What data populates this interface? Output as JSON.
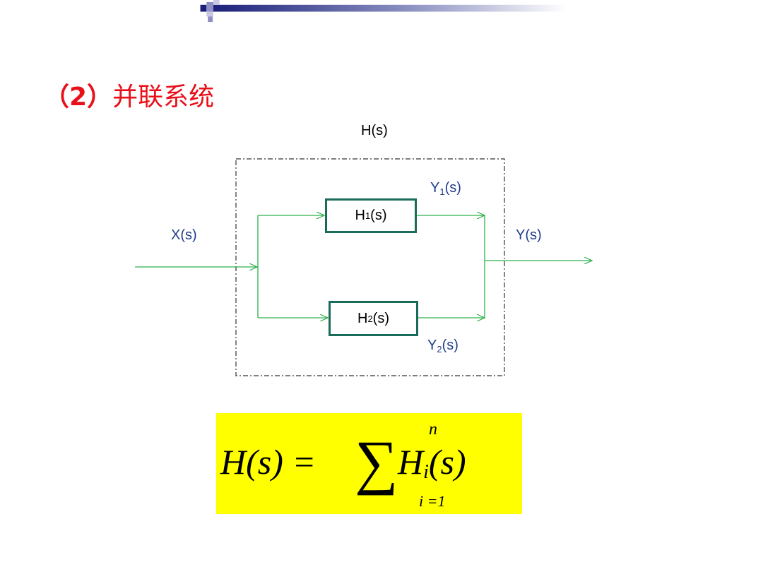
{
  "slide": {
    "title_num": "（2）",
    "title_text": "并联系统"
  },
  "diagram": {
    "outer_label": "H(s)",
    "input_label": "X(s)",
    "output_label": "Y(s)",
    "block1": {
      "main": "H",
      "sub": "1",
      "tail": "(s)"
    },
    "block2": {
      "main": "H",
      "sub": "2",
      "tail": "(s)"
    },
    "y1": {
      "main": "Y",
      "sub": "1",
      "tail": "(s)"
    },
    "y2": {
      "main": "Y",
      "sub": "2",
      "tail": "(s)"
    }
  },
  "formula": {
    "lhs": "H(s) =",
    "sum_symbol": "∑",
    "upper": "n",
    "lower": "i =1",
    "term_main": "H",
    "term_sub": "i",
    "term_tail": "(s)"
  },
  "colors": {
    "title": "#e8101a",
    "signal_label": "#1f3d8a",
    "wire": "#2db04b",
    "block_border": "#1a6b5a",
    "formula_bg": "#ffff00"
  }
}
